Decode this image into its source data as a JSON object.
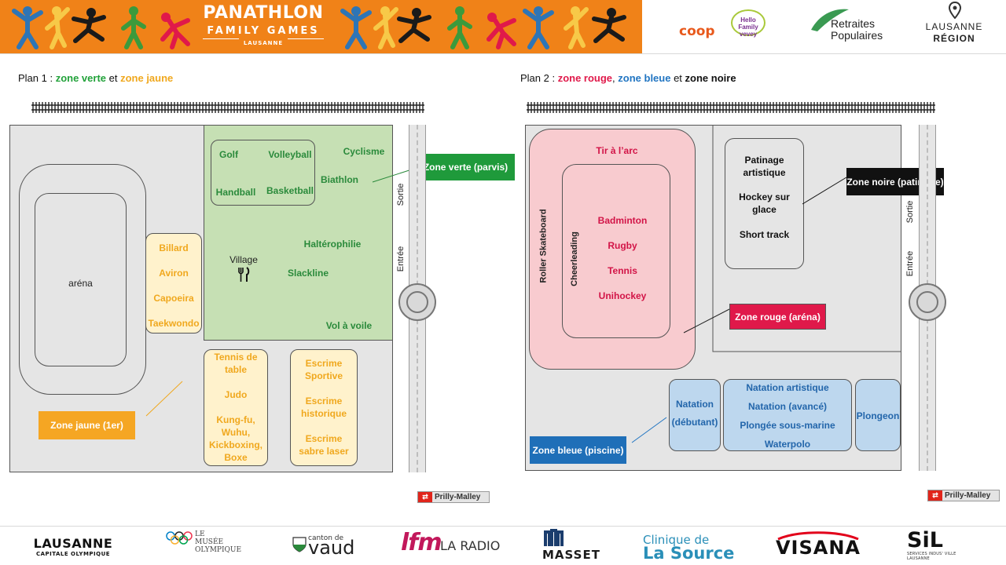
{
  "header": {
    "title": "PANATHLON",
    "subtitle": "FAMILY GAMES",
    "city": "LAUSANNE",
    "band_color": "#f08218"
  },
  "sponsors_top": {
    "coop": "coop",
    "hello_family": "Hello Family vevey",
    "retraites": [
      "Retraites",
      "Populaires"
    ],
    "lausanne_region": [
      "LAUSANNE",
      "RÉGION"
    ]
  },
  "plan1": {
    "title_prefix": "Plan 1 : ",
    "zone_verte": "zone verte",
    "et": " et ",
    "zone_jaune": "zone jaune",
    "arena": "aréna",
    "yellow_box_1": [
      "Billard",
      "Aviron",
      "Capoeira",
      "Taekwondo"
    ],
    "green_box": [
      "Golf",
      "Volleyball",
      "Handball",
      "Basketball"
    ],
    "cyclisme": "Cyclisme",
    "biathlon": "Biathlon",
    "halterophilie": "Haltérophilie",
    "village": "Village",
    "slackline": "Slackline",
    "vol_a_voile": "Vol à voile",
    "yellow_box_2": [
      "Tennis de table",
      "Judo",
      "Kung-fu, Wuhu, Kickboxing, Boxe"
    ],
    "yellow_box_3": [
      "Escrime Sportive",
      "Escrime historique",
      "Escrime sabre laser"
    ],
    "callout_verte": "Zone verte (parvis)",
    "callout_jaune": "Zone jaune (1er)",
    "sortie": "Sortie",
    "entree": "Entrée",
    "station": "Prilly-Malley"
  },
  "plan2": {
    "title_prefix": "Plan 2 : ",
    "zone_rouge": "zone rouge",
    "comma": ", ",
    "zone_bleue": "zone bleue",
    "et": " et ",
    "zone_noire": "zone noire",
    "tir_a_larc": "Tir à l’arc",
    "roller": "Roller Skateboard",
    "cheerleading": "Cheerleading",
    "red_inner": [
      "Badminton",
      "Rugby",
      "Tennis",
      "Unihockey"
    ],
    "black_box": [
      "Patinage artistique",
      "Hockey sur glace",
      "Short track"
    ],
    "callout_noire": "Zone noire (patinoire)",
    "callout_rouge": "Zone rouge (aréna)",
    "callout_bleue": "Zone bleue (piscine)",
    "natation": [
      "Natation",
      "(débutant)"
    ],
    "blue_mid": [
      "Natation artistique",
      "Natation (avancé)",
      "Plongée sous-marine",
      "Waterpolo"
    ],
    "plongeon": "Plongeon",
    "sortie": "Sortie",
    "entree": "Entrée",
    "station": "Prilly-Malley"
  },
  "footer": {
    "lausanne": "LAUSANNE",
    "lausanne_sub": "CAPITALE OLYMPIQUE",
    "musee": [
      "LE",
      "MUSÉE",
      "OLYMPIQUE"
    ],
    "canton_small": "canton de",
    "vaud": "vaud",
    "lfm": "lfm",
    "la_radio": "LA RADIO",
    "masset": "MASSET",
    "clinique": "Clinique de",
    "la_source": "La Source",
    "visana": "VISANA",
    "sil": "SiL",
    "sil_sub": "SERVICES INDUS' VILLE LAUSANNE"
  },
  "colors": {
    "verte": "#22a23a",
    "jaune": "#f0a81e",
    "rouge": "#e0194a",
    "bleue": "#2175c2",
    "noire": "#111111",
    "verte_bg": "#c6e0b4",
    "jaune_bg": "#fff2cc",
    "rouge_bg": "#f8cbcf",
    "bleue_bg": "#bdd7ee"
  }
}
